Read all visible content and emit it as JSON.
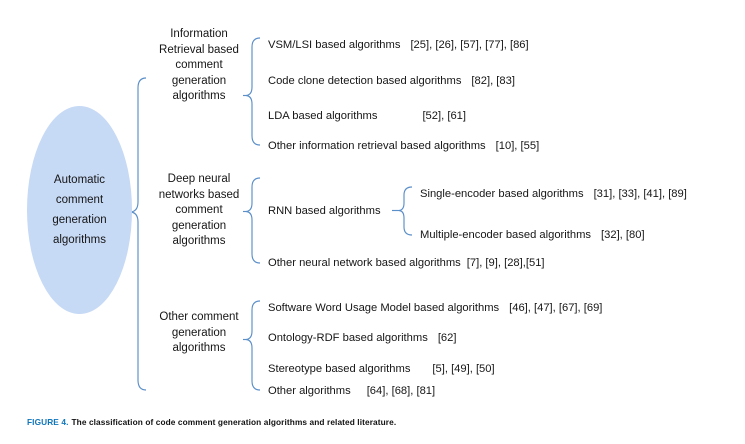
{
  "figure": {
    "caption_number": "FIGURE 4.",
    "caption_title": "The classification of code comment generation algorithms and related literature."
  },
  "colors": {
    "ellipse_fill": "#c6d9f5",
    "connector_stroke": "#5b8fc9",
    "caption_accent": "#1076bc",
    "text": "#161616"
  },
  "root": {
    "label": "Automatic\ncomment\ngeneration\nalgorithms"
  },
  "groups": [
    {
      "label": "Information\nRetrieval based\ncomment\ngeneration\nalgorithms",
      "leaves": [
        {
          "text": "VSM/LSI based algorithms",
          "refs": "[25], [26], [57], [77], [86]"
        },
        {
          "text": "Code clone detection based algorithms",
          "refs": "[82], [83]"
        },
        {
          "text": "LDA based algorithms",
          "refs": "[52], [61]"
        },
        {
          "text": "Other information retrieval based algorithms",
          "refs": "[10], [55]"
        }
      ]
    },
    {
      "label": "Deep neural\nnetworks based\ncomment\ngeneration\nalgorithms",
      "mid_node": "RNN based algorithms",
      "mid_children": [
        {
          "text": "Single-encoder based algorithms",
          "refs": "[31], [33], [41], [89]"
        },
        {
          "text": "Multiple-encoder based algorithms",
          "refs": "[32], [80]"
        }
      ],
      "leaves": [
        {
          "text": "Other neural network based algorithms",
          "refs": "[7], [9], [28],[51]"
        }
      ]
    },
    {
      "label": "Other comment\ngeneration\nalgorithms",
      "leaves": [
        {
          "text": "Software Word Usage Model based algorithms",
          "refs": "[46], [47], [67], [69]"
        },
        {
          "text": "Ontology-RDF based algorithms",
          "refs": "[62]"
        },
        {
          "text": "Stereotype based algorithms",
          "refs": "[5], [49], [50]"
        },
        {
          "text": "Other algorithms",
          "refs": "[64], [68], [81]"
        }
      ]
    }
  ]
}
